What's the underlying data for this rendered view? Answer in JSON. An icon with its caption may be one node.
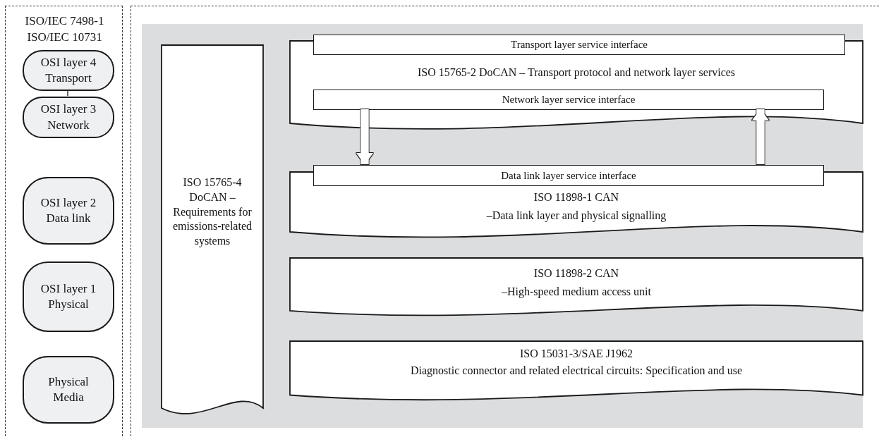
{
  "diagram": {
    "nodes": [
      {
        "text": [
          "ISO/IEC 7498-1 ISO/IEC 10731"
        ]
      },
      {
        "text": [
          "OSI layer 4 Transport"
        ],
        "in": 0
      },
      {
        "text": [
          "OSI layer 3 Network"
        ],
        "in": 0
      },
      {
        "text": [
          "OSI layer 2 Data link"
        ],
        "in": 0
      },
      {
        "text": [
          "OSI layer 1 Physical"
        ],
        "in": 0
      },
      {
        "text": [
          "Physical Media"
        ],
        "in": 0
      },
      {
        "text": [],
        "shape": "box"
      },
      {
        "text": [],
        "shape": "box",
        "in": 6
      },
      {
        "text": [
          "ISO 15765-4 DoCAN – Requirements for emissions-related systems"
        ],
        "in": 7
      },
      {
        "text": [
          "ISO 15765-2 DoCAN – Transport protocol and network layer services"
        ],
        "in": 7
      },
      {
        "text": [
          "Transport layer service interface"
        ],
        "in": 9
      },
      {
        "text": [
          "Network layer service interface"
        ],
        "in": 9
      },
      {
        "text": [
          "ISO 11898-1 CAN",
          "–Data link layer and physical signalling"
        ],
        "in": 7
      },
      {
        "text": [
          "Data link layer service interface"
        ],
        "in": 7
      },
      {
        "text": [
          "ISO 11898-2 CAN",
          "–High-speed medium access unit"
        ],
        "in": 7
      },
      {
        "text": [
          "ISO 15031-3/SAE J1962",
          "Diagnostic connector and related electrical circuits: Specification and use"
        ],
        "in": 7
      }
    ],
    "edges": [
      {
        "from": 1,
        "to": 2,
        "arrow": "none",
        "color": "#1a1a1a"
      },
      {
        "from": 11,
        "to": 13,
        "arrow": "to"
      },
      {
        "from": 13,
        "to": 11,
        "arrow": "to"
      }
    ]
  }
}
